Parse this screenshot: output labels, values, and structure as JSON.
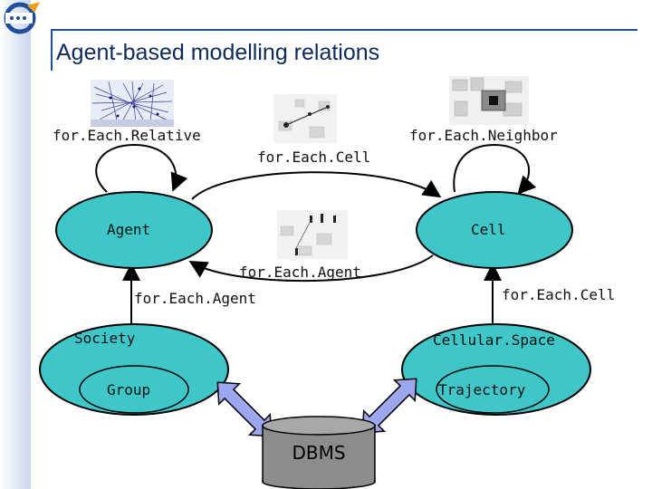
{
  "title": "Agent-based modelling relations",
  "nodes": {
    "agent": "Agent",
    "cell": "Cell",
    "society": "Society",
    "group": "Group",
    "cellular_space": "Cellular.Space",
    "trajectory": "Trajectory",
    "dbms": "DBMS"
  },
  "relations": {
    "for_each_relative": "for.Each.Relative",
    "for_each_neighbor": "for.Each.Neighbor",
    "for_each_cell_top": "for.Each.Cell",
    "for_each_agent_mid": "for.Each.Agent",
    "for_each_agent_left": "for.Each.Agent",
    "for_each_cell_right": "for.Each.Cell"
  },
  "colors": {
    "ellipse_fill": "#3ec6c8",
    "title": "#0d2a5a",
    "accent": "#1f4e9c",
    "arrow_fill": "#9fa6f0",
    "dbms_fill": "#8c8c8c"
  }
}
